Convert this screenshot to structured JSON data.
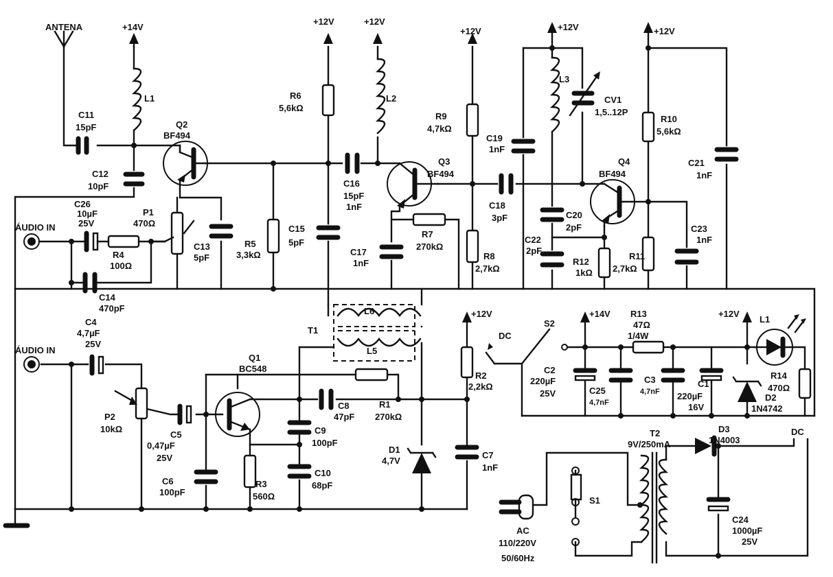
{
  "labels": {
    "antenna": "ANTENA",
    "audio_in_1": "ÁUDIO IN",
    "audio_in_2": "ÁUDIO IN",
    "v14_top": "+14V",
    "v12_r6": "+12V",
    "v12_l2": "+12V",
    "v12_r9": "+12V",
    "v12_l3": "+12V",
    "v12_r10": "+12V",
    "v12_r2": "+12V",
    "v14_s2": "+14V",
    "v12_d2": "+12V",
    "dc_switch": "DC",
    "dc_out": "DC"
  },
  "components": {
    "L1": {
      "name": "L1"
    },
    "Q2": {
      "name": "Q2",
      "value": "BF494"
    },
    "C11": {
      "name": "C11",
      "value": "15pF"
    },
    "C12": {
      "name": "C12",
      "value": "10pF"
    },
    "C26": {
      "name": "C26",
      "value": "10µF",
      "value2": "25V"
    },
    "P1": {
      "name": "P1",
      "value": "470Ω"
    },
    "R4": {
      "name": "R4",
      "value": "100Ω"
    },
    "C14": {
      "name": "C14",
      "value": "470pF"
    },
    "C13": {
      "name": "C13",
      "value": "5pF"
    },
    "R5": {
      "name": "R5",
      "value": "3,3kΩ"
    },
    "R6": {
      "name": "R6",
      "value": "5,6kΩ"
    },
    "C15": {
      "name": "C15",
      "value": "5pF"
    },
    "L2": {
      "name": "L2"
    },
    "C16": {
      "name": "C16",
      "value": "15pF",
      "value2": "1nF"
    },
    "Q3": {
      "name": "Q3",
      "value": "BF494"
    },
    "C17": {
      "name": "C17",
      "value": "1nF"
    },
    "R7": {
      "name": "R7",
      "value": "270kΩ"
    },
    "R9": {
      "name": "R9",
      "value": "4,7kΩ"
    },
    "R8": {
      "name": "R8",
      "value": "2,7kΩ"
    },
    "C19": {
      "name": "C19",
      "value": "1nF"
    },
    "C18": {
      "name": "C18",
      "value": "3pF"
    },
    "L3": {
      "name": "L3"
    },
    "CV1": {
      "name": "CV1",
      "value": "1,5..12P"
    },
    "C20": {
      "name": "C20",
      "value": "2pF"
    },
    "C22": {
      "name": "C22",
      "value": "2pF"
    },
    "R12": {
      "name": "R12",
      "value": "1kΩ"
    },
    "Q4": {
      "name": "Q4",
      "value": "BF494"
    },
    "R10": {
      "name": "R10",
      "value": "5,6kΩ"
    },
    "R11": {
      "name": "R11",
      "value": "2,7kΩ"
    },
    "C21": {
      "name": "C21",
      "value": "1nF"
    },
    "C23": {
      "name": "C23",
      "value": "1nF"
    },
    "T1": {
      "name": "T1"
    },
    "L6": {
      "name": "L6"
    },
    "L5": {
      "name": "L5"
    },
    "C4": {
      "name": "C4",
      "value": "4,7µF",
      "value2": "25V"
    },
    "P2": {
      "name": "P2",
      "value": "10kΩ"
    },
    "C5": {
      "name": "C5",
      "value": "0,47µF",
      "value2": "25V"
    },
    "C6": {
      "name": "C6",
      "value": "100pF"
    },
    "Q1": {
      "name": "Q1",
      "value": "BC548"
    },
    "R3": {
      "name": "R3",
      "value": "560Ω"
    },
    "C8": {
      "name": "C8",
      "value": "47pF"
    },
    "R1": {
      "name": "R1",
      "value": "270kΩ"
    },
    "C9": {
      "name": "C9",
      "value": "100pF"
    },
    "C10": {
      "name": "C10",
      "value": "68pF"
    },
    "D1": {
      "name": "D1",
      "value": "4,7V"
    },
    "C7": {
      "name": "C7",
      "value": "1nF"
    },
    "R2": {
      "name": "R2",
      "value": "2,2kΩ"
    },
    "S2": {
      "name": "S2"
    },
    "C2": {
      "name": "C2",
      "value": "220µF",
      "value2": "25V"
    },
    "C25": {
      "name": "C25",
      "value": "4,7nF"
    },
    "R13": {
      "name": "R13",
      "value": "47Ω",
      "value2": "1/4W"
    },
    "C3": {
      "name": "C3",
      "value": "4,7nF"
    },
    "C1": {
      "name": "C1",
      "value": "220µF",
      "value2": "16V"
    },
    "D2": {
      "name": "D2",
      "value": "1N4742"
    },
    "L7": {
      "name": "L1"
    },
    "R14": {
      "name": "R14",
      "value": "470Ω"
    },
    "T2": {
      "name": "T2",
      "value": "9V/250mA"
    },
    "D3": {
      "name": "D3",
      "value": "1N4003"
    },
    "S1": {
      "name": "S1"
    },
    "C24": {
      "name": "C24",
      "value": "1000µF",
      "value2": "25V"
    },
    "AC": {
      "name": "AC",
      "value": "110/220V",
      "value2": "50/60Hz"
    }
  }
}
